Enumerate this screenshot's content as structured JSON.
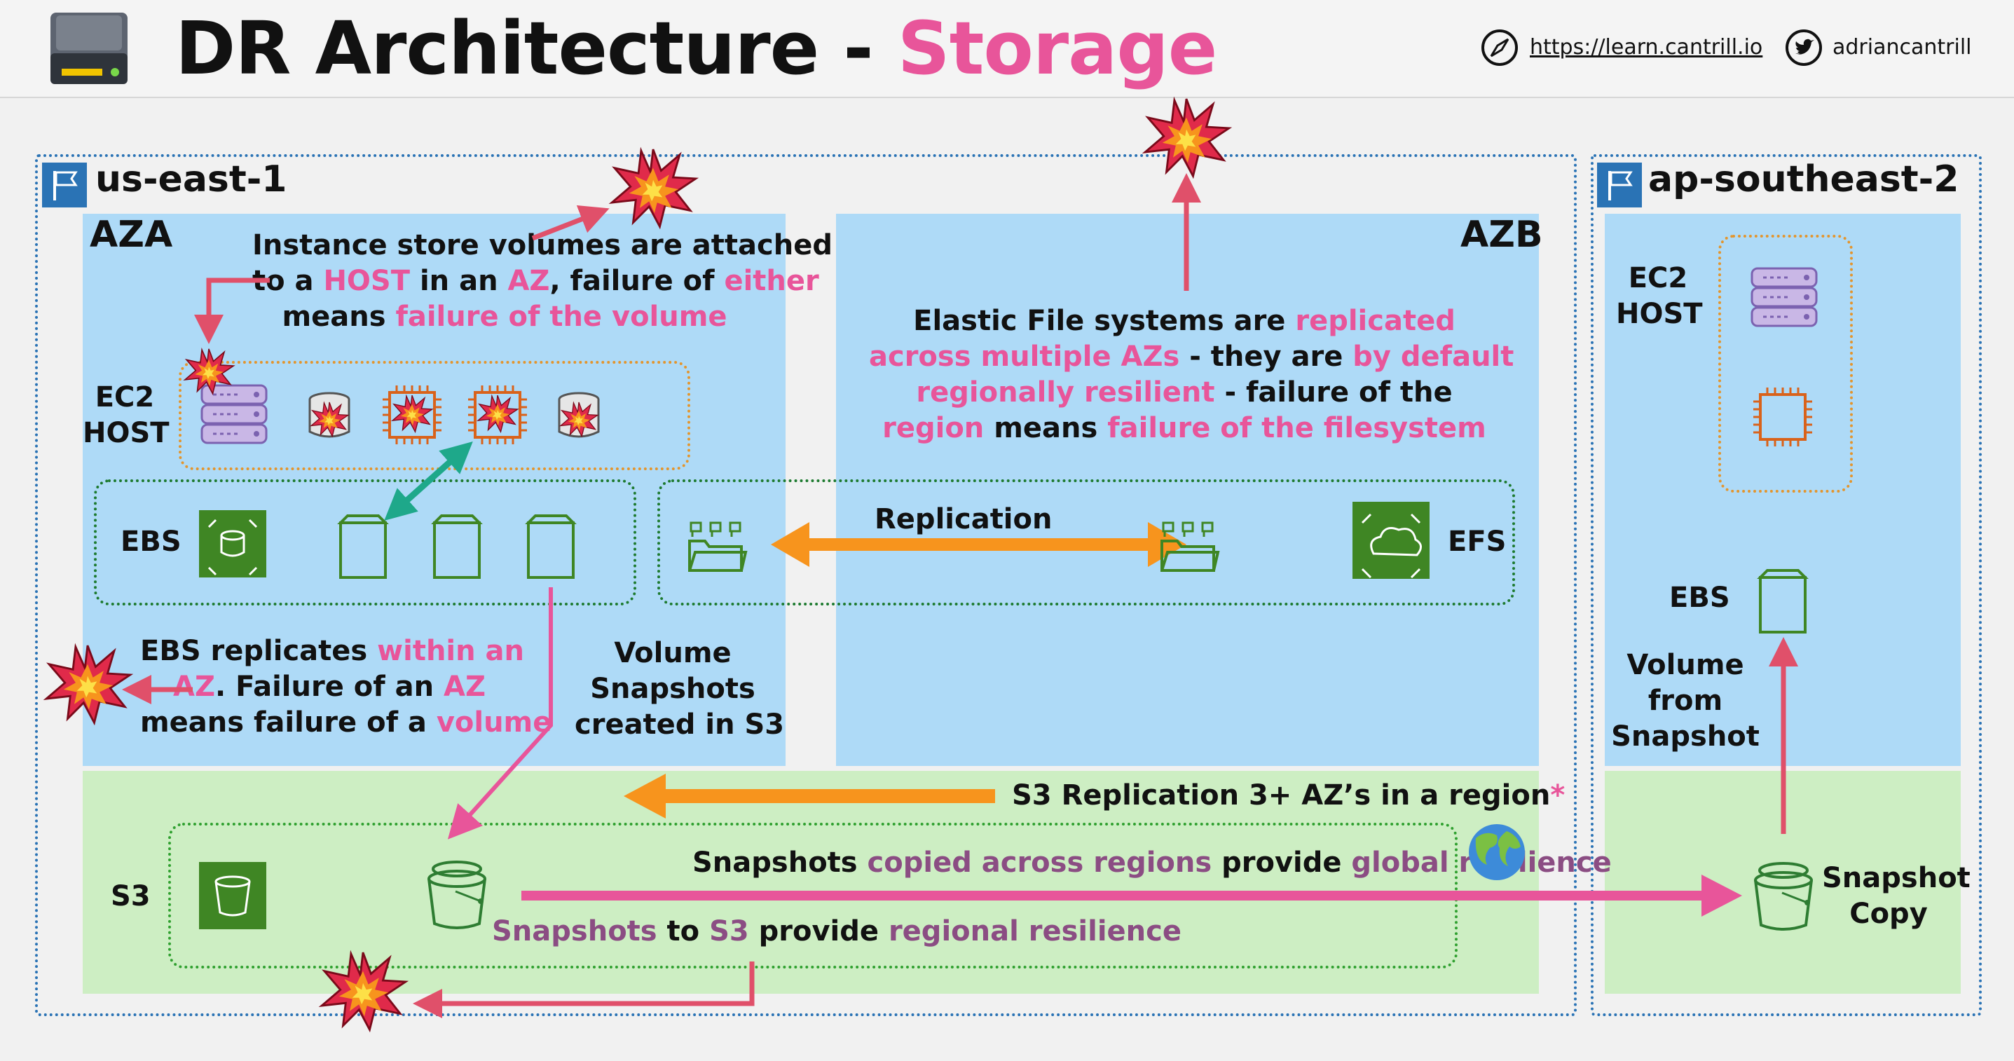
{
  "header": {
    "title_main": "DR Architecture - ",
    "title_accent": "Storage",
    "link_url": "https://learn.cantrill.io",
    "twitter": "adriancantrill"
  },
  "regions": {
    "east": {
      "name": "us-east-1"
    },
    "southeast": {
      "name": "ap-southeast-2"
    }
  },
  "azs": {
    "a": "AZA",
    "b": "AZB"
  },
  "labels": {
    "ec2_host_line1": "EC2",
    "ec2_host_line2": "HOST",
    "ebs": "EBS",
    "efs": "EFS",
    "s3": "S3",
    "replication": "Replication",
    "vol_snap_1": "Volume",
    "vol_snap_2": "Snapshots",
    "vol_snap_3": "created in S3",
    "vol_from_1": "Volume",
    "vol_from_2": "from",
    "vol_from_3": "Snapshot",
    "snap_copy_1": "Snapshot",
    "snap_copy_2": "Copy"
  },
  "instance_store": {
    "l1": "Instance store volumes are attached",
    "l2a": "to a ",
    "l2b": "HOST",
    "l2c": " in an ",
    "l2d": "AZ",
    "l2e": ", failure of ",
    "l2f": "either",
    "l3a": "means ",
    "l3b": "failure of the volume"
  },
  "efs_note": {
    "l1a": "Elastic File systems are ",
    "l1b": "replicated",
    "l2a": "across multiple AZs",
    "l2b": " - they are ",
    "l2c": "by default",
    "l3a": "regionally resilient",
    "l3b": " - failure of the",
    "l4a": "region",
    "l4b": " means ",
    "l4c": "failure of the filesystem"
  },
  "ebs_note": {
    "l1a": "EBS replicates ",
    "l1b": "within an",
    "l2a": "AZ",
    "l2b": ". Failure of an ",
    "l2c": "AZ",
    "l3a": "means failure of a ",
    "l3b": "volume"
  },
  "s3_replication": {
    "text": "S3 Replication 3+ AZ’s in a region",
    "star": "*"
  },
  "snap_global": {
    "a": "Snapshots ",
    "b": "copied across regions",
    "c": " provide ",
    "d": "global resilience"
  },
  "snap_regional": {
    "a": "Snapshots",
    "b": " to ",
    "c": "S3",
    "d": " provide ",
    "e": "regional resilience"
  },
  "colors": {
    "pink": "#e8559a",
    "orange": "#f7941d",
    "purple": "#8b4d83",
    "az_blue": "#aedaf7",
    "s3_green": "#cdeec3",
    "region_border": "#2a73b5",
    "ebs_green": "#3f8624",
    "arrow_teal": "#1ea88a"
  },
  "icons": [
    "compass-icon",
    "twitter-icon",
    "region-flag-icon",
    "ec2-host-icon",
    "instance-store-icon",
    "cpu-icon",
    "ebs-volume-icon",
    "efs-folder-icon",
    "s3-bucket-icon",
    "explosion-icon",
    "globe-icon",
    "hard-drive-logo-icon"
  ]
}
